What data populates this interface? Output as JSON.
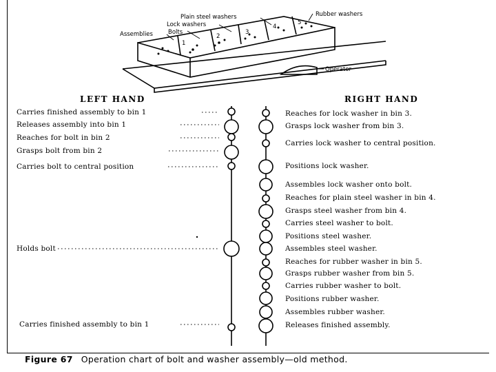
{
  "illustration": {
    "labels": {
      "plain_steel_washers": "Plain steel washers",
      "lock_washers": "Lock washers",
      "bolts": "Bolts",
      "assemblies": "Assemblies",
      "rubber_washers": "Rubber washers",
      "operator": "Operator"
    },
    "bin_numbers": [
      "1",
      "2",
      "3",
      "4",
      "5"
    ]
  },
  "chart": {
    "left_header": "LEFT HAND",
    "right_header": "RIGHT HAND",
    "left_items": [
      "Carries finished assembly to bin 1",
      "Releases assembly into bin 1",
      "Reaches for bolt in bin 2",
      "Grasps bolt from bin 2",
      "Carries bolt to central position",
      "Holds bolt",
      "Carries finished assembly to bin 1"
    ],
    "right_items": [
      "Reaches for lock washer in bin 3.",
      "Grasps lock washer from bin 3.",
      "Carries lock washer to central position.",
      "Positions lock washer.",
      "Assembles lock washer onto bolt.",
      "Reaches for plain steel washer in bin 4.",
      "Grasps steel washer from bin 4.",
      "Carries steel washer to bolt.",
      "Positions steel washer.",
      "Assembles steel washer.",
      "Reaches for rubber washer in bin 5.",
      "Grasps rubber washer from bin 5.",
      "Carries rubber washer to bolt.",
      "Positions rubber washer.",
      "Assembles rubber washer.",
      "Releases finished assembly."
    ]
  },
  "caption": {
    "figure": "Figure 67",
    "text": "Operation chart of bolt and washer assembly—old method."
  }
}
